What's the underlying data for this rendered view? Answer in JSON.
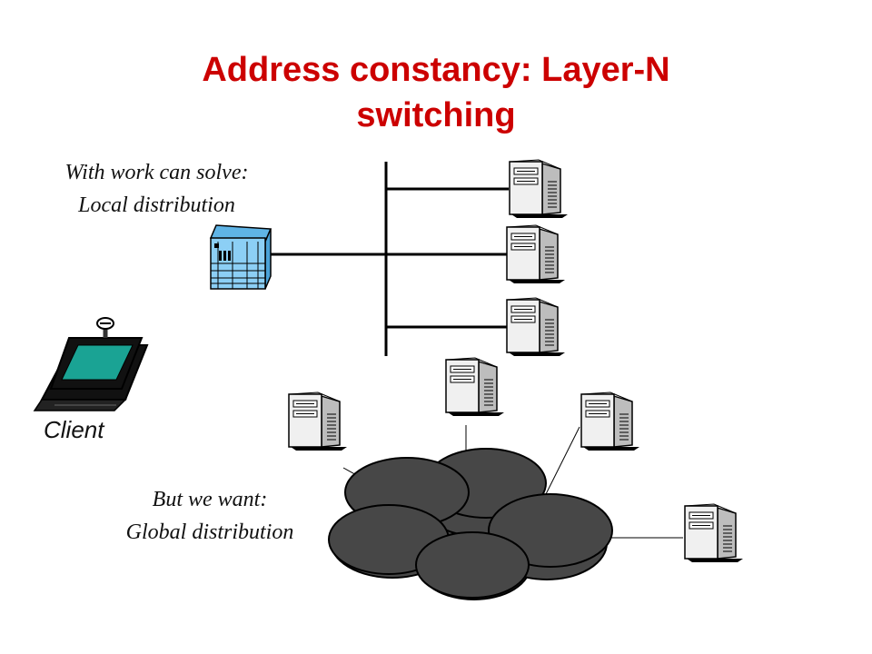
{
  "title": {
    "line1": "Address constancy: Layer-N",
    "line2": "switching"
  },
  "notes": {
    "local_line1": "With work can solve:",
    "local_line2": "Local distribution",
    "global_line1": "But we want:",
    "global_line2": "Global distribution"
  },
  "client": {
    "label": "Client",
    "icon": "laptop-icon"
  },
  "colors": {
    "title": "#cc0000",
    "switch_body": "#8ccff5",
    "cloud": "#474747",
    "screen": "#1aa394"
  }
}
